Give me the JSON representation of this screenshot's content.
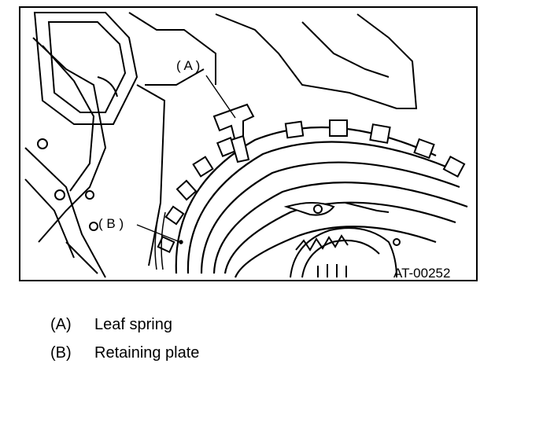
{
  "figure": {
    "callout_a": "( A )",
    "callout_b": "( B )",
    "code": "AT-00252"
  },
  "legend": [
    {
      "key": "(A)",
      "label": "Leaf spring"
    },
    {
      "key": "(B)",
      "label": "Retaining plate"
    }
  ]
}
